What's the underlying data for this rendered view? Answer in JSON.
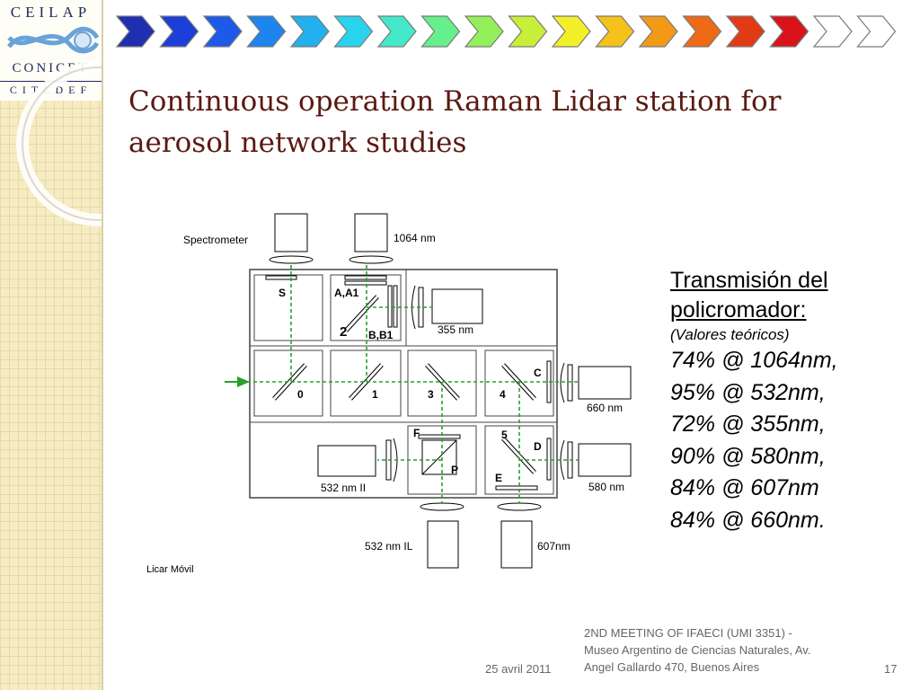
{
  "logo": {
    "ceilap": "CEILAP",
    "conicet": "CONICET",
    "citedef": "CITEDEF"
  },
  "header_arrows": {
    "colors": [
      "#1f2fb0",
      "#1c3fd8",
      "#1e5ae8",
      "#1d84f0",
      "#22b0ef",
      "#29d3ee",
      "#43e9c8",
      "#66f08c",
      "#93f05a",
      "#c8ee3a",
      "#f3f02a",
      "#f5c21c",
      "#f29a18",
      "#ee6a14",
      "#e33a16",
      "#d8141a",
      "#ffffff",
      "#ffffff"
    ]
  },
  "title": {
    "line1": "Continuous operation Raman Lidar station for",
    "line2": "aerosol network studies"
  },
  "diagram": {
    "labels": {
      "spectrometer": "Spectrometer",
      "nm1064": "1064 nm",
      "s": "S",
      "a_a1": "A,A1",
      "two": "2",
      "b_b1": "B,B1",
      "nm355": "355 nm",
      "zero": "0",
      "one": "1",
      "three": "3",
      "four": "4",
      "c": "C",
      "nm660": "660 nm",
      "f": "F",
      "five": "5",
      "d": "D",
      "p": "P",
      "e": "E",
      "nm532_ii": "532 nm II",
      "nm580": "580 nm",
      "nm532_il": "532 nm IL",
      "nm607": "607nm",
      "lidar_movil": "Licar Móvil"
    }
  },
  "transmission": {
    "heading1": "Transmisión del",
    "heading2": "policromador:",
    "note": "(Valores teóricos)",
    "values": [
      "74% @ 1064nm,",
      "95% @ 532nm,",
      "72% @ 355nm,",
      "90% @ 580nm,",
      "84% @ 607nm",
      "84% @ 660nm."
    ]
  },
  "footer": {
    "date": "25 avril 2011",
    "line1": "2ND MEETING OF IFAECI (UMI 3351) -",
    "line2": "Museo Argentino de Ciencias Naturales, Av.",
    "line3": "Angel Gallardo 470, Buenos Aires",
    "page": "17"
  }
}
